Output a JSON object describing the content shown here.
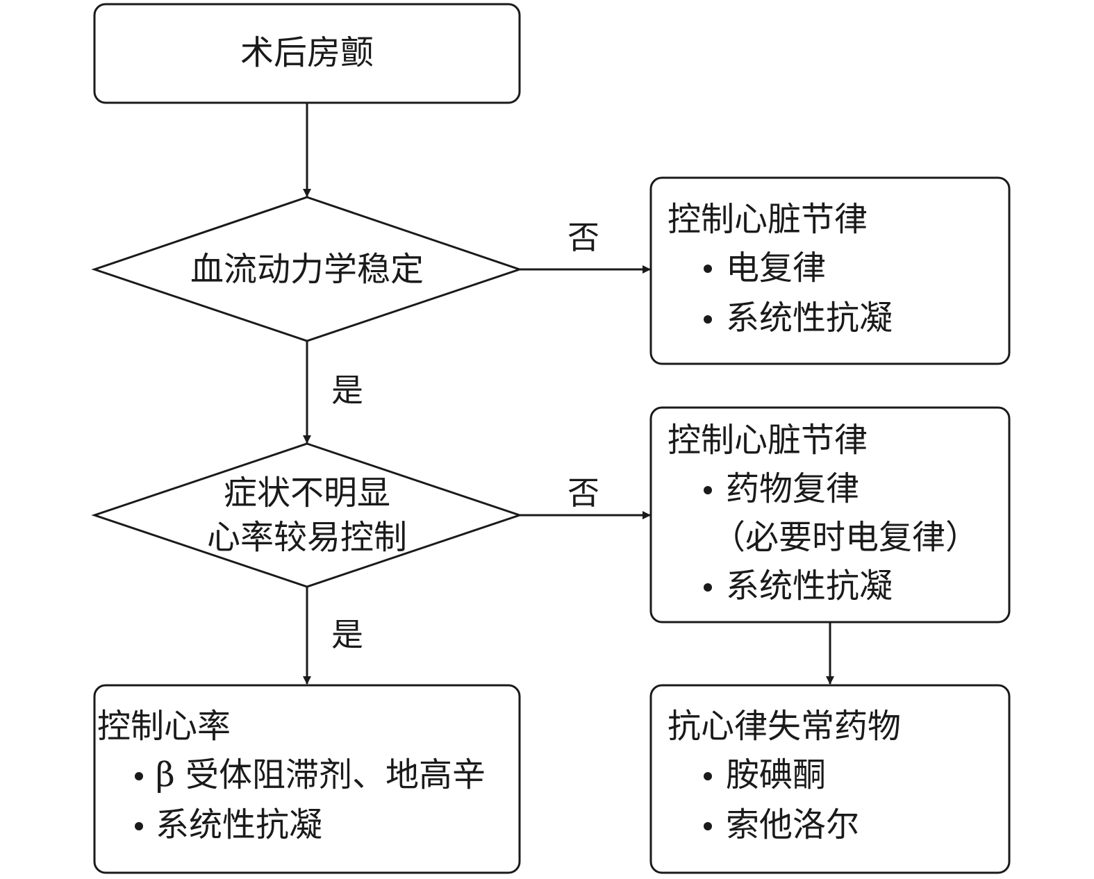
{
  "nodes": {
    "start": {
      "label": "术后房颤"
    },
    "decision_hemodynamic": {
      "label": "血流动力学稳定"
    },
    "decision_symptoms": {
      "line1": "症状不明显",
      "line2": "心率较易控制"
    },
    "rhythm_control_1": {
      "title": "控制心脏节律",
      "items": [
        "电复律",
        "系统性抗凝"
      ]
    },
    "rhythm_control_2": {
      "title": "控制心脏节律",
      "items": [
        "药物复律",
        "（必要时电复律）",
        "系统性抗凝"
      ]
    },
    "rate_control": {
      "title": "控制心率",
      "items": [
        "β 受体阻滞剂、地高辛",
        "系统性抗凝"
      ]
    },
    "antiarrhythmic": {
      "title": "抗心律失常药物",
      "items": [
        "胺碘酮",
        "索他洛尔"
      ]
    }
  },
  "edges": {
    "yes_label": "是",
    "no_label": "否"
  },
  "colors": {
    "stroke": "#1a1a1a",
    "fill": "#ffffff"
  }
}
